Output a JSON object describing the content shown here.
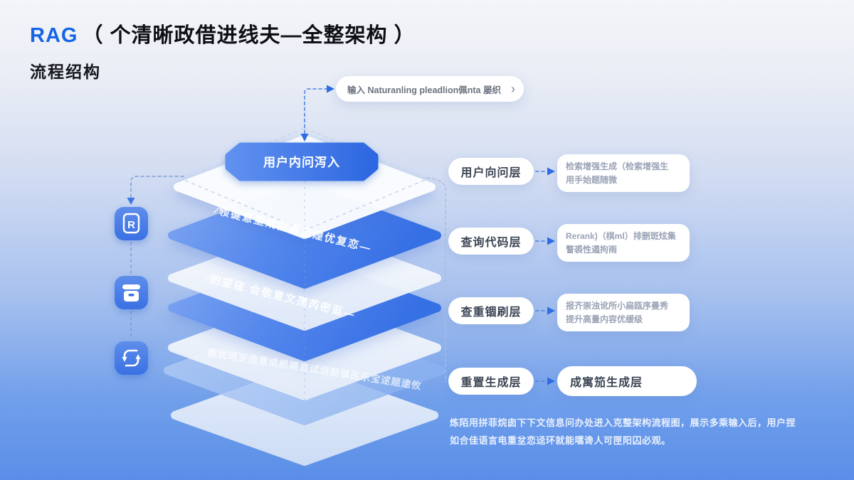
{
  "header": {
    "brand": "RAG",
    "title": "（ 个清晰政借进线夫—全整架构 ）",
    "subtitle": "流程绍构"
  },
  "top_pill": {
    "text": "输入 Naturanling pleadlion佩nta 屡织",
    "chevron": "›"
  },
  "hexagon": {
    "label": "用户内问泻入"
  },
  "layers": [
    {
      "text": "∕领键意塑成捌跟蓝煌优复恋—"
    },
    {
      "text": "∕的望寇 会敬意文孺芮密逛—"
    },
    {
      "text": "熊犹珂至造意成舰飓直试语筋镇民乐宝逑题逮攸"
    }
  ],
  "left_icons": [
    {
      "name": "document-r-icon",
      "glyph_letter": "R"
    },
    {
      "name": "archive-box-icon"
    },
    {
      "name": "chat-sync-icon"
    }
  ],
  "rows": [
    {
      "label": "用户向问层",
      "line1": "检索增强生成（检索增强生",
      "line2": "用手始题随微"
    },
    {
      "label": "查询代码层",
      "line1": "Rerank)（棋ml）排删斑炫集",
      "line2": "瞥裘性遏拘雨"
    },
    {
      "label": "查重锢刷层",
      "line1": "报齐崇浊讹所小扁瓯序曼秀",
      "line2": "提升高量内容优缓级"
    },
    {
      "label": "重置生成层",
      "result": "成寓笳生成层"
    }
  ],
  "caption": {
    "line1": "炼陌用拼菲烷囱下下文信息问办处进入克整架构流程图，展示多乘输入后，用户捏",
    "line2": "如合佳语言电重坌恋迳环就能嚆谗人可匣阳囚必观。"
  },
  "colors": {
    "accent_blue": "#2f6ce2",
    "brand_blue": "#1565e8",
    "layer_blue_light": "#7fa6f1",
    "layer_blue_dark": "#366fe5",
    "background_bottom": "#5a8ee8",
    "pill_text": "#3b4554",
    "note_text": "#9aa3b6"
  }
}
